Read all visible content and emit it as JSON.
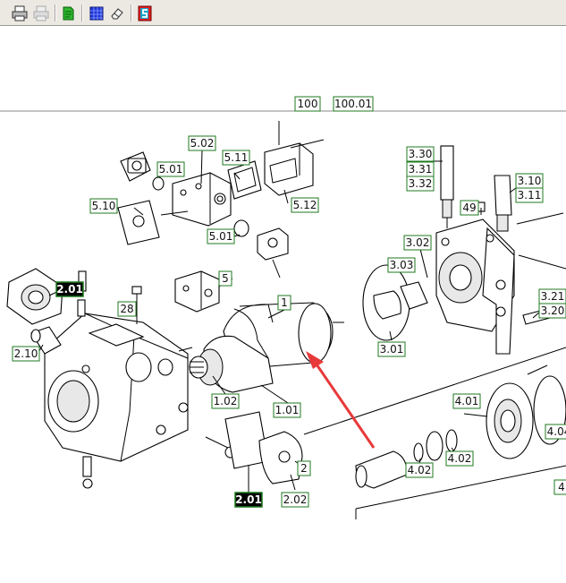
{
  "toolbar": {
    "buttons": [
      {
        "name": "print-button",
        "icon": "printer-icon",
        "enabled": true
      },
      {
        "name": "print-preview-button",
        "icon": "printer-disabled-icon",
        "enabled": false
      },
      {
        "name": "export-button",
        "icon": "green-document-icon",
        "enabled": true
      },
      {
        "name": "select-button",
        "icon": "blue-grid-icon",
        "enabled": true
      },
      {
        "name": "erase-button",
        "icon": "eraser-icon",
        "enabled": true
      },
      {
        "name": "help-button",
        "icon": "red-s-icon",
        "enabled": true
      }
    ]
  },
  "diagram": {
    "labels": {
      "l100": "100",
      "l100_01": "100.01",
      "l5_02": "5.02",
      "l5_01a": "5.01",
      "l5_11": "5.11",
      "l5_10": "5.10",
      "l5_01b": "5.01",
      "l5_12": "5.12",
      "l5": "5",
      "l2_01a": "2.01",
      "l28": "28",
      "l2_10": "2.10",
      "l1": "1",
      "l1_02": "1.02",
      "l1_01": "1.01",
      "l2_01b": "2.01",
      "l2": "2",
      "l2_02": "2.02",
      "l3_30": "3.30",
      "l3_31": "3.31",
      "l3_32": "3.32",
      "l3_10": "3.10",
      "l3_11": "3.11",
      "l49": "49",
      "l3_02": "3.02",
      "l3_03": "3.03",
      "l3_01": "3.01",
      "l3_21": "3.21",
      "l3_20": "3.20",
      "l4_01": "4.01",
      "l4_04": "4.04",
      "l4_02a": "4.02",
      "l4_02b": "4.02",
      "l4": "4"
    },
    "highlight_color": "#e8393a",
    "label_border_color": "#1f7a1f"
  }
}
